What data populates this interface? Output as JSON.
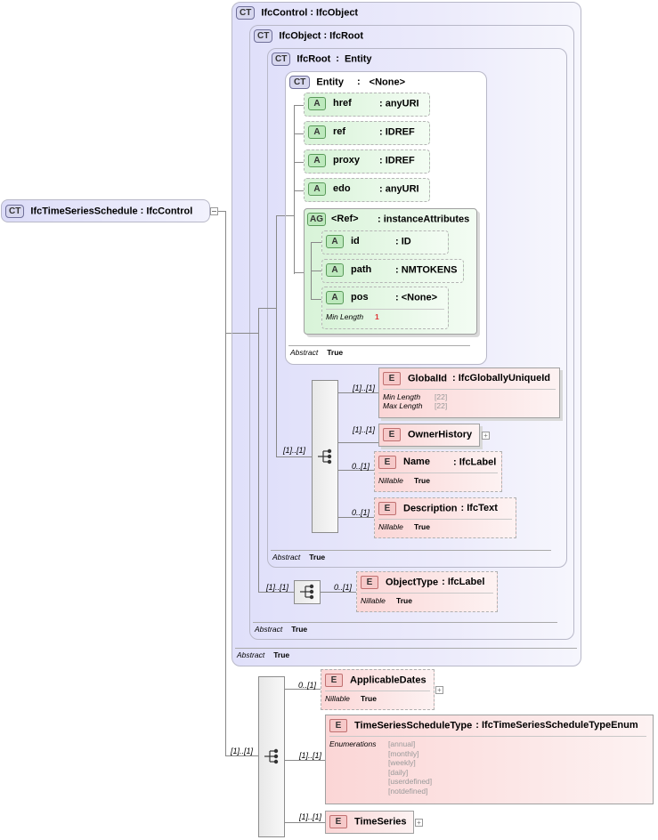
{
  "root": {
    "badge": "CT",
    "name": "IfcTimeSeriesSchedule",
    "base": "IfcControl"
  },
  "ifc_control": {
    "badge": "CT",
    "name": "IfcControl",
    "base": "IfcObject",
    "abstract_label": "Abstract",
    "abstract_value": "True"
  },
  "ifc_object": {
    "badge": "CT",
    "name": "IfcObject",
    "base": "IfcRoot",
    "abstract_label": "Abstract",
    "abstract_value": "True"
  },
  "ifc_root": {
    "badge": "CT",
    "name": "IfcRoot",
    "base": "Entity",
    "abstract_label": "Abstract",
    "abstract_value": "True"
  },
  "entity": {
    "badge": "CT",
    "name": "Entity",
    "base": "<None>",
    "abstract_label": "Abstract",
    "abstract_value": "True"
  },
  "attributes": [
    {
      "badge": "A",
      "name": "href",
      "type": ": anyURI"
    },
    {
      "badge": "A",
      "name": "ref",
      "type": ": IDREF"
    },
    {
      "badge": "A",
      "name": "proxy",
      "type": ": IDREF"
    },
    {
      "badge": "A",
      "name": "edo",
      "type": ": anyURI"
    }
  ],
  "attr_group": {
    "badge": "AG",
    "name": "<Ref>",
    "type": ": instanceAttributes",
    "items": [
      {
        "badge": "A",
        "name": "id",
        "type": ": ID"
      },
      {
        "badge": "A",
        "name": "path",
        "type": ": NMTOKENS"
      },
      {
        "badge": "A",
        "name": "pos",
        "type": ": <None>",
        "prop_label": "Min Length",
        "prop_value": "1"
      }
    ]
  },
  "root_elements": {
    "sequence_card": "[1]..[1]",
    "global_id": {
      "badge": "E",
      "name": "GlobalId",
      "type": ": IfcGloballyUniqueId",
      "card": "[1]..[1]",
      "p1_label": "Min Length",
      "p1_value": "[22]",
      "p2_label": "Max Length",
      "p2_value": "[22]"
    },
    "owner_history": {
      "badge": "E",
      "name": "OwnerHistory",
      "card": "[1]..[1]",
      "plus": "+"
    },
    "name": {
      "badge": "E",
      "name": "Name",
      "type": ": IfcLabel",
      "card": "0..[1]",
      "prop_label": "Nillable",
      "prop_value": "True"
    },
    "description": {
      "badge": "E",
      "name": "Description",
      "type": ": IfcText",
      "card": "0..[1]",
      "prop_label": "Nillable",
      "prop_value": "True"
    }
  },
  "object_elements": {
    "sequence_card": "[1]..[1]",
    "object_type": {
      "badge": "E",
      "name": "ObjectType",
      "type": ": IfcLabel",
      "card": "0..[1]",
      "prop_label": "Nillable",
      "prop_value": "True"
    }
  },
  "schedule_elements": {
    "sequence_card": "[1]..[1]",
    "applicable_dates": {
      "badge": "E",
      "name": "ApplicableDates",
      "card": "0..[1]",
      "prop_label": "Nillable",
      "prop_value": "True",
      "plus": "+"
    },
    "schedule_type": {
      "badge": "E",
      "name": "TimeSeriesScheduleType",
      "type": ": IfcTimeSeriesScheduleTypeEnum",
      "card": "[1]..[1]",
      "prop_label": "Enumerations",
      "enums": [
        "[annual]",
        "[monthly]",
        "[weekly]",
        "[daily]",
        "[userdefined]",
        "[notdefined]"
      ]
    },
    "time_series": {
      "badge": "E",
      "name": "TimeSeries",
      "card": "[1]..[1]",
      "plus": "+"
    }
  },
  "colors": {
    "ct_fill": "#e0e0fa",
    "element_fill": "#fbd6d6",
    "attribute_fill": "#d8f3d8",
    "connector": "#888888"
  }
}
